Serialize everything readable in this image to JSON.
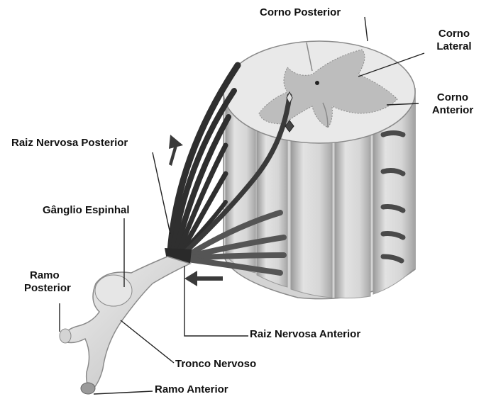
{
  "labels": {
    "corno_posterior": "Corno Posterior",
    "corno_lateral_1": "Corno",
    "corno_lateral_2": "Lateral",
    "corno_anterior_1": "Corno",
    "corno_anterior_2": "Anterior",
    "raiz_posterior": "Raiz Nervosa Posterior",
    "ganglio": "Gânglio Espinhal",
    "ramo_posterior_1": "Ramo",
    "ramo_posterior_2": "Posterior",
    "raiz_anterior": "Raiz Nervosa Anterior",
    "tronco": "Tronco Nervoso",
    "ramo_anterior": "Ramo Anterior"
  },
  "colors": {
    "cord_light": "#e6e6e6",
    "cord_mid": "#cfcfcf",
    "grey_matter": "#bdbdbd",
    "root_dark": "#2f2f2f",
    "root_mid": "#5a5a5a",
    "nerve_light": "#dedede",
    "leader": "#222222"
  }
}
